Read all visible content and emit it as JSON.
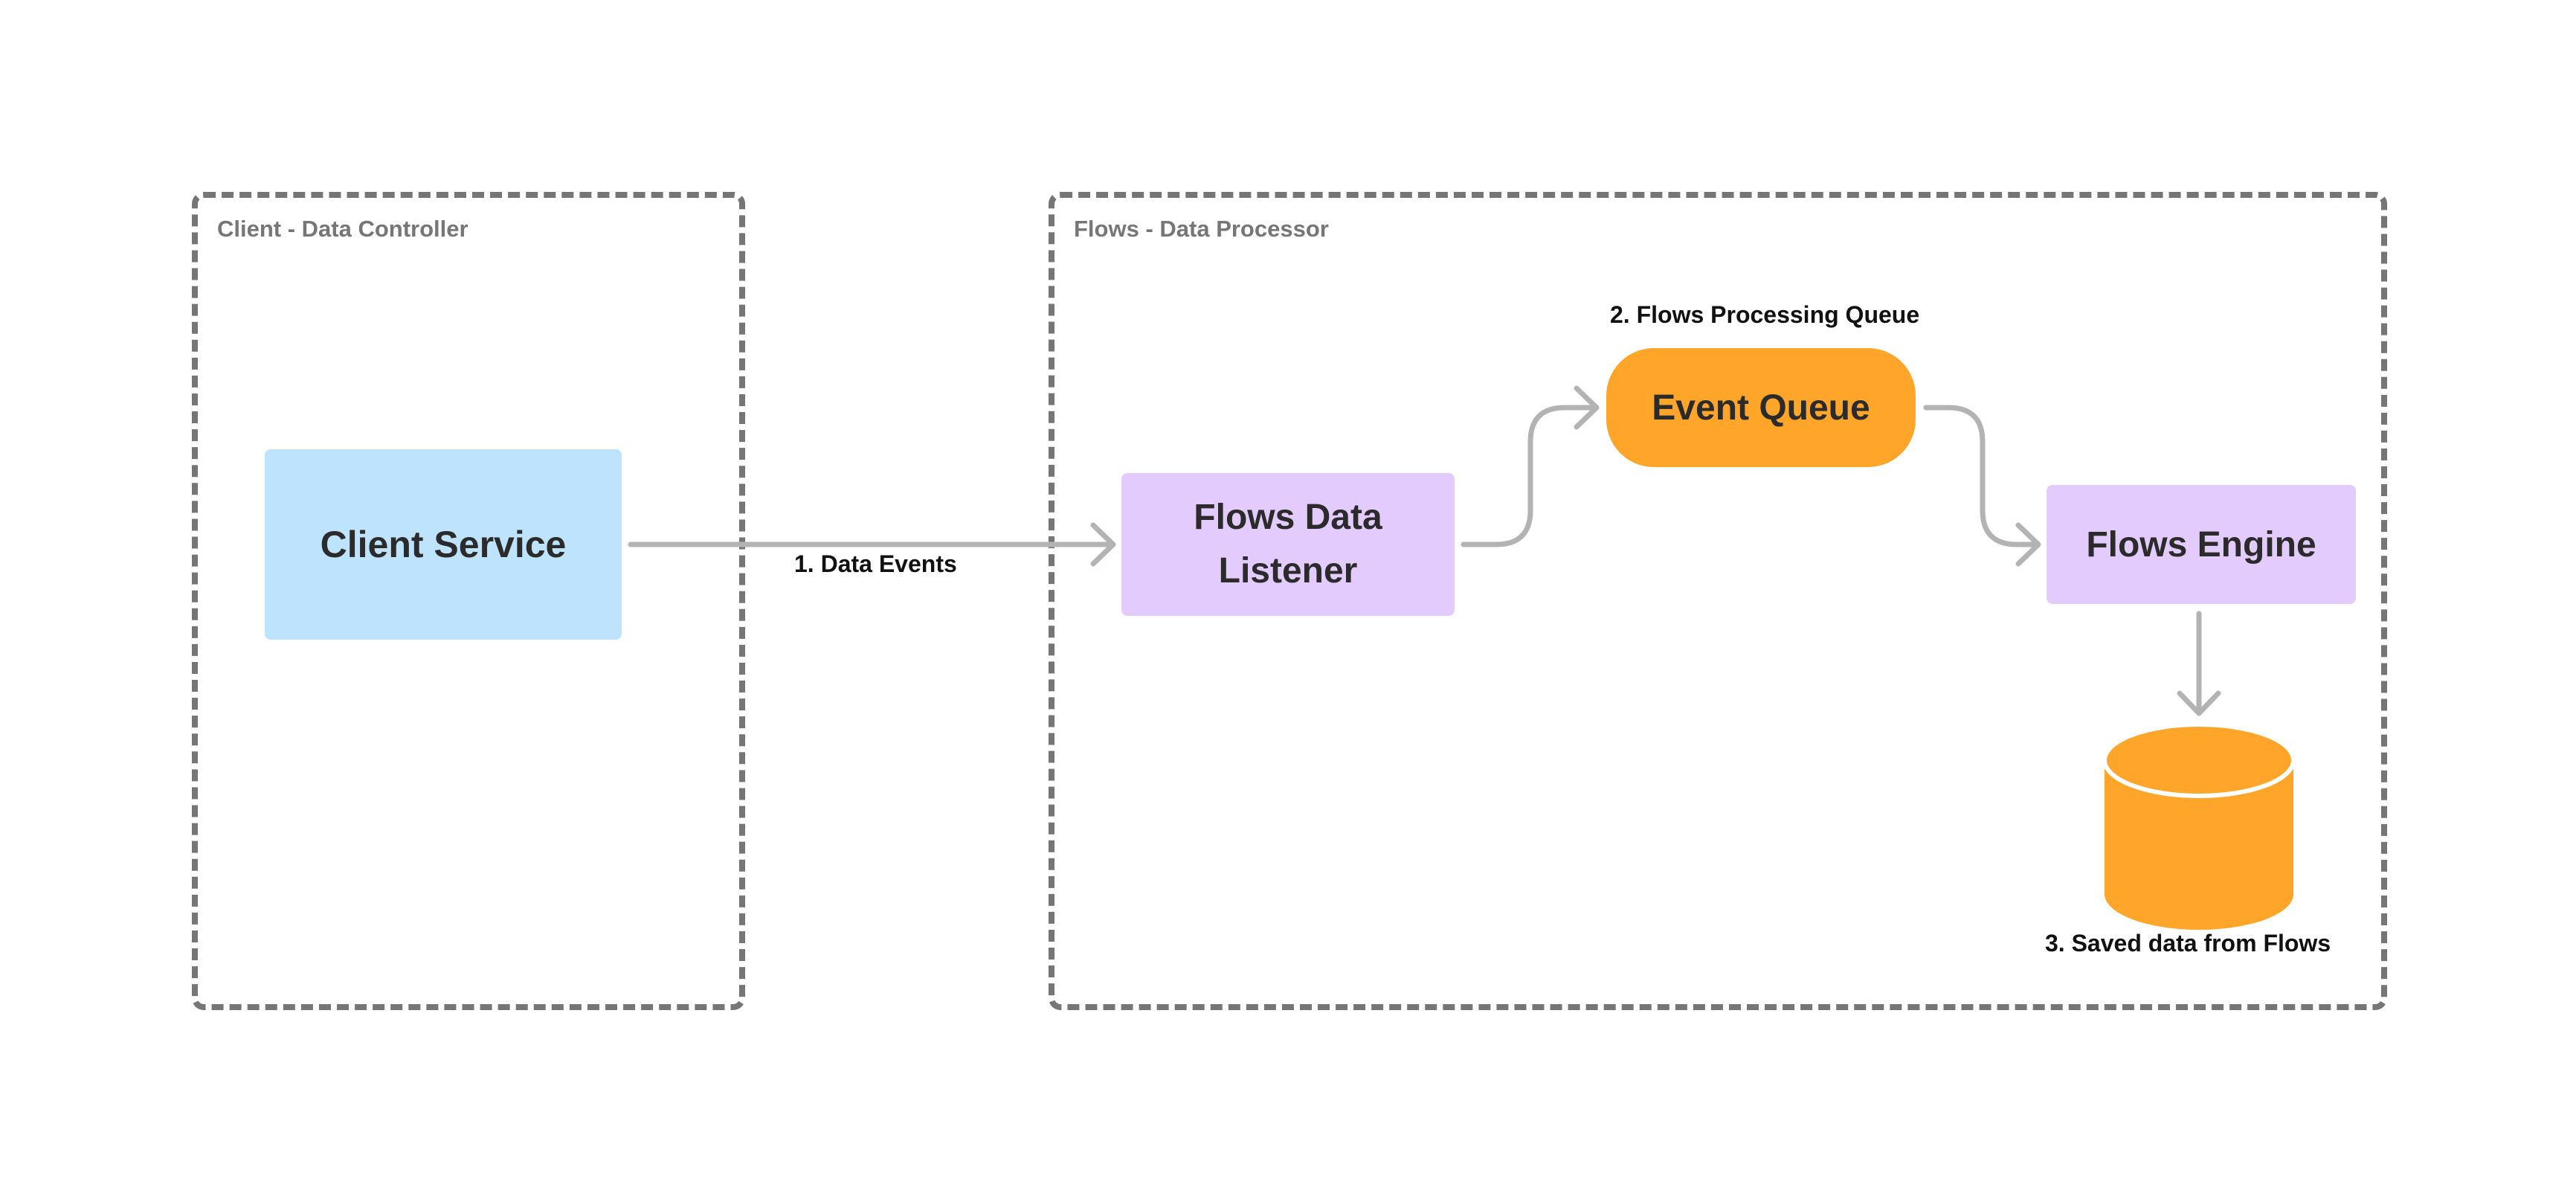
{
  "groups": {
    "client": {
      "label": "Client - Data Controller"
    },
    "flows": {
      "label": "Flows - Data Processor"
    }
  },
  "nodes": {
    "client_service": {
      "label": "Client Service",
      "color": "#bee3fc"
    },
    "flows_data_listener": {
      "label": "Flows Data\nListener",
      "color": "#e3cbfd"
    },
    "event_queue": {
      "label": "Event Queue",
      "color": "#ffa52a"
    },
    "flows_engine": {
      "label": "Flows Engine",
      "color": "#e3cbfd"
    },
    "datastore": {
      "icon": "database-cylinder-icon",
      "color": "#ffa52a"
    }
  },
  "steps": {
    "data_events": "1. Data Events",
    "processing_queue": "2. Flows Processing Queue",
    "saved_data": "3. Saved data from Flows"
  },
  "colors": {
    "group_border": "#767676",
    "connector": "#b3b3b3",
    "node_text": "#2b2b2b"
  }
}
